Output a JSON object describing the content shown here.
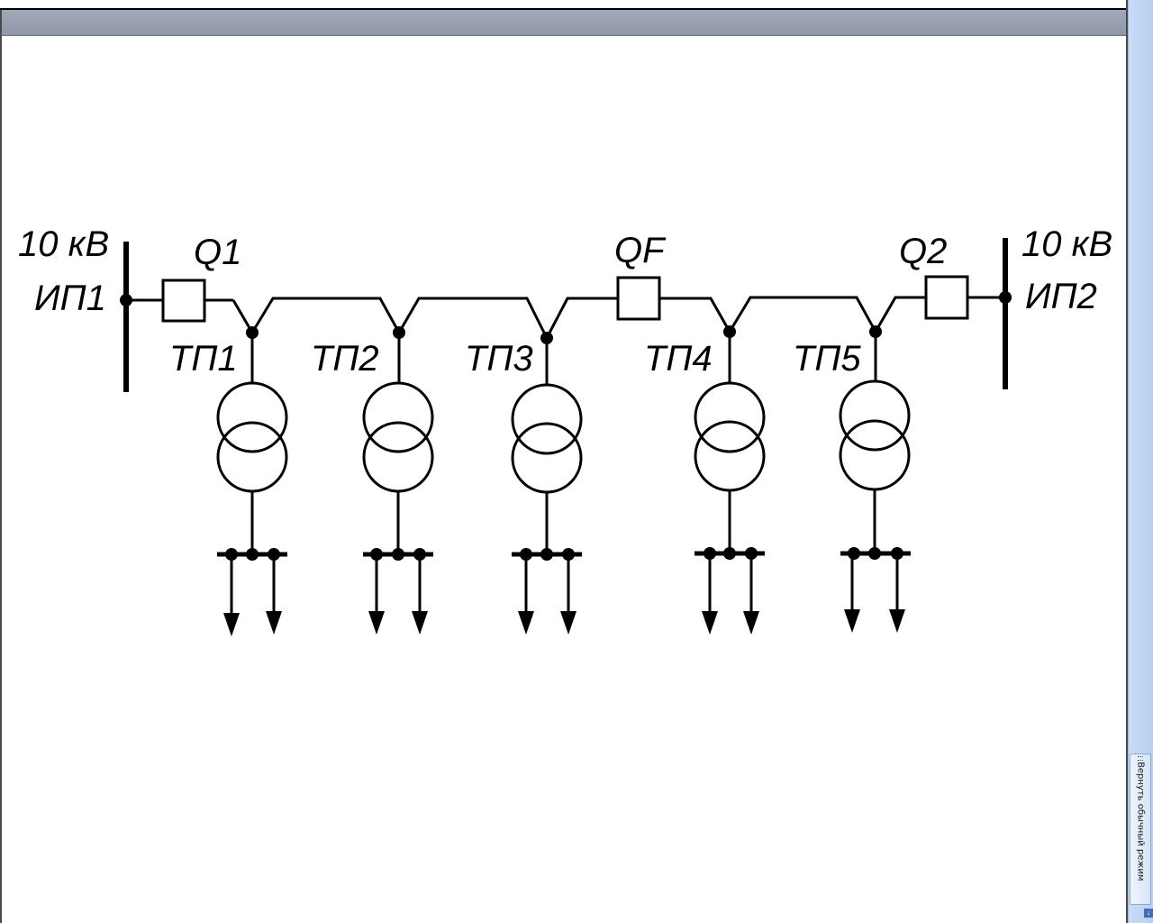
{
  "window": {
    "sidebar_button_label": "Вернуть обычный режим"
  },
  "diagram": {
    "sources": [
      {
        "voltage": "10 кВ",
        "name": "ИП1"
      },
      {
        "voltage": "10 кВ",
        "name": "ИП2"
      }
    ],
    "switches": [
      {
        "name": "Q1"
      },
      {
        "name": "QF"
      },
      {
        "name": "Q2"
      }
    ],
    "substations": [
      {
        "name": "ТП1"
      },
      {
        "name": "ТП2"
      },
      {
        "name": "ТП3"
      },
      {
        "name": "ТП4"
      },
      {
        "name": "ТП5"
      }
    ]
  }
}
